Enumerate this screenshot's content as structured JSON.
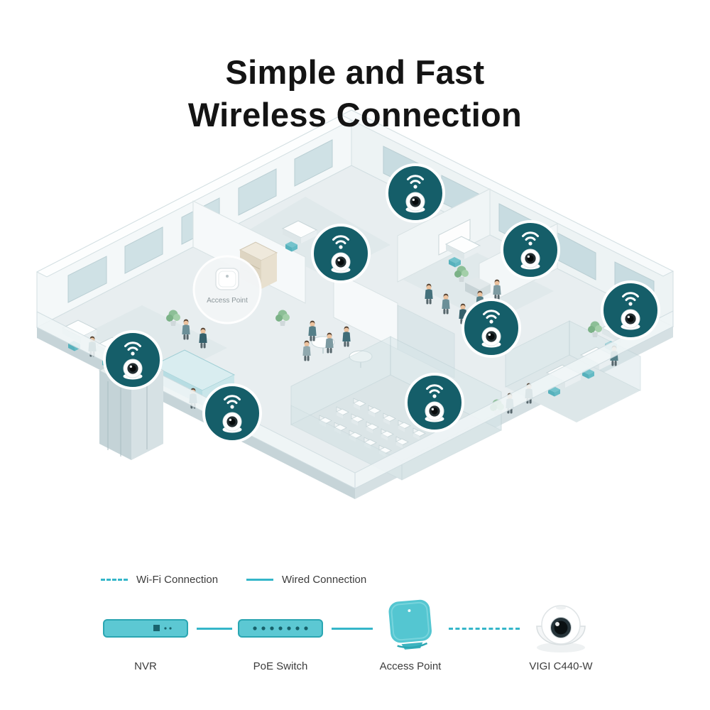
{
  "title": {
    "line1": "Simple and Fast",
    "line2": "Wireless Connection"
  },
  "floorplan": {
    "access_point_label": "Access Point",
    "camera_badge_count": 8
  },
  "legend": {
    "line_samples": [
      {
        "name": "wifi-connection",
        "style": "dashed",
        "label": "Wi-Fi Connection"
      },
      {
        "name": "wired-connection",
        "style": "solid",
        "label": "Wired Connection"
      }
    ],
    "devices": [
      {
        "name": "nvr",
        "label": "NVR"
      },
      {
        "name": "poe-switch",
        "label": "PoE Switch"
      },
      {
        "name": "access-point",
        "label": "Access Point"
      },
      {
        "name": "vigi-camera",
        "label": "VIGI C440-W"
      }
    ],
    "connections": [
      {
        "from": "nvr",
        "to": "poe-switch",
        "type": "wired"
      },
      {
        "from": "poe-switch",
        "to": "access-point",
        "type": "wired"
      },
      {
        "from": "access-point",
        "to": "vigi-camera",
        "type": "wifi"
      }
    ]
  },
  "colors": {
    "badge_teal": "#155e69",
    "device_teal": "#54c6d1",
    "device_teal_dark": "#2ba6b2",
    "line_teal": "#35b6c9",
    "floor": "#e8eef0",
    "wall": "#f4f8f9",
    "title_text": "#141414"
  }
}
